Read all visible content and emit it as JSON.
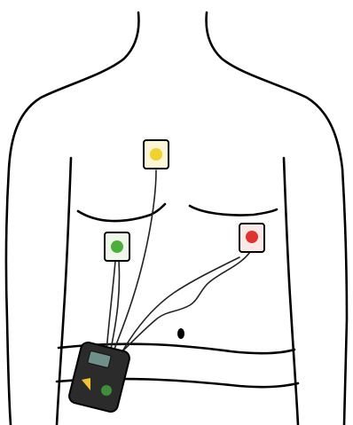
{
  "figure": {
    "subject": "torso-ecg-holter-placement",
    "background_color": "#ffffff",
    "outline_color": "#000000"
  },
  "electrodes": [
    {
      "id": "upper-sternum",
      "color": "#f2d22e",
      "pad_color": "#fdf7d6"
    },
    {
      "id": "lower-right-chest",
      "color": "#4caf3c",
      "pad_color": "#eef7ea"
    },
    {
      "id": "lower-left-chest",
      "color": "#e0322f",
      "pad_color": "#fbe9e8"
    }
  ],
  "recorder": {
    "body_color": "#2b2b2b",
    "screen_color": "#6f8f8a",
    "button_colors": [
      "#f2c230",
      "#3f8f3a"
    ]
  }
}
